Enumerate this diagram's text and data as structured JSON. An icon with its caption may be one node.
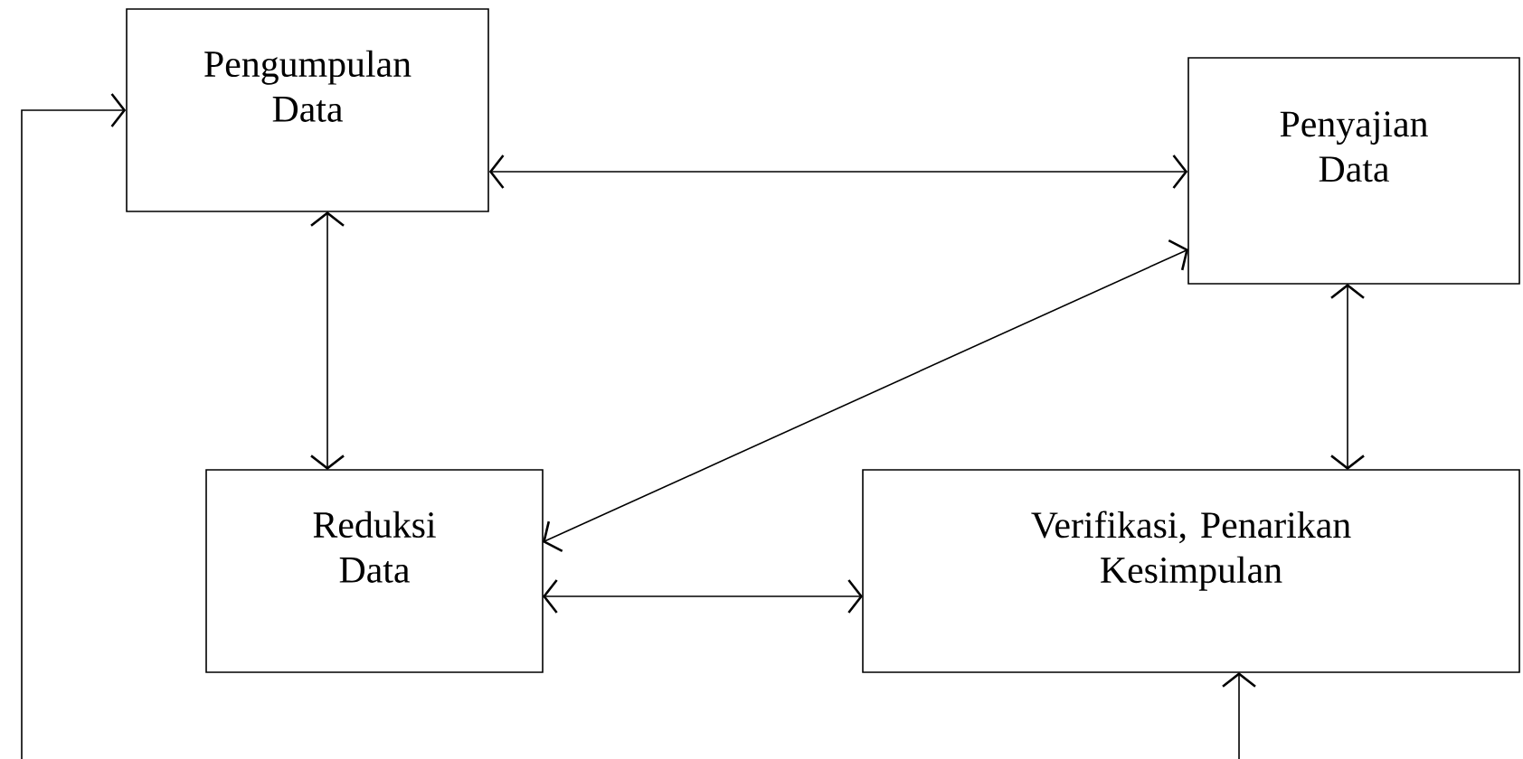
{
  "diagram": {
    "nodes": [
      {
        "text": [
          "Pengumpulan Data"
        ]
      },
      {
        "text": [
          "Penyajian Data"
        ]
      },
      {
        "text": [
          "Reduksi Data"
        ]
      },
      {
        "text": [
          "Verifikasi, Penarikan Kesimpulan"
        ]
      }
    ],
    "edges": [
      {
        "from": 0,
        "to": 1,
        "arrow": "both"
      },
      {
        "from": 0,
        "to": 2,
        "arrow": "both"
      },
      {
        "from": 1,
        "to": 2,
        "arrow": "both"
      },
      {
        "from": 1,
        "to": 3,
        "arrow": "both"
      },
      {
        "from": 2,
        "to": 3,
        "arrow": "both"
      },
      {
        "from": null,
        "to": 3,
        "arrow": "to"
      },
      {
        "from": null,
        "to": 0,
        "arrow": "to"
      }
    ]
  }
}
